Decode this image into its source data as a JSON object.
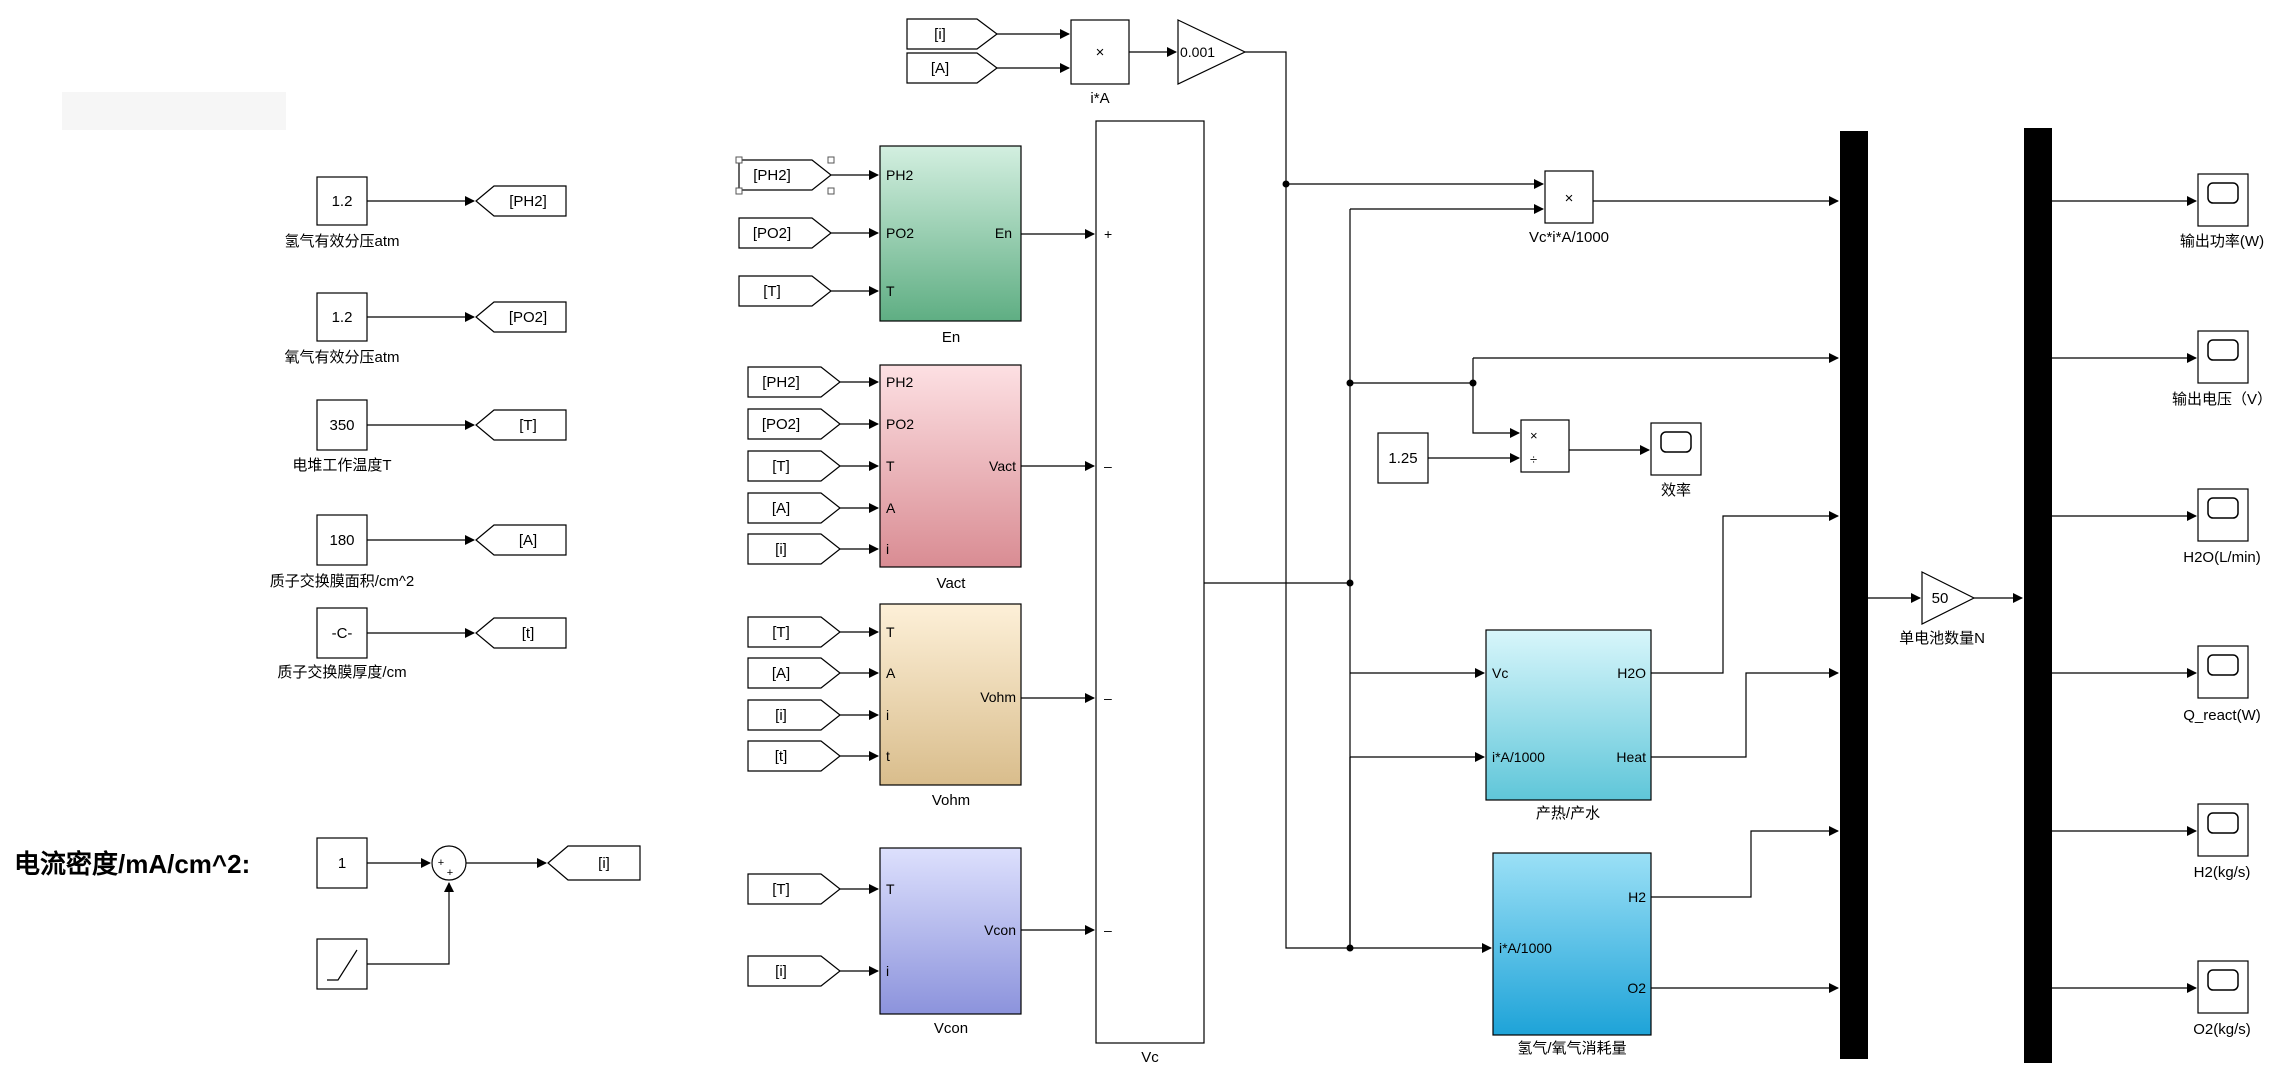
{
  "title": "电流密度/mA/cm^2:",
  "constants": [
    {
      "value": "1.2",
      "label": "氢气有效分压atm",
      "tag": "[PH2]"
    },
    {
      "value": "1.2",
      "label": "氧气有效分压atm",
      "tag": "[PO2]"
    },
    {
      "value": "350",
      "label": "电堆工作温度T",
      "tag": "[T]"
    },
    {
      "value": "180",
      "label": "质子交换膜面积/cm^2",
      "tag": "[A]"
    },
    {
      "value": "-C-",
      "label": "质子交换膜厚度/cm",
      "tag": "[t]"
    }
  ],
  "current_source": {
    "const_value": "1",
    "sum_signs": [
      "+",
      "+"
    ],
    "tag": "[i]"
  },
  "top": {
    "from_i": "[i]",
    "from_A": "[A]",
    "product_label": "i*A",
    "gain": "0.001",
    "product_symbol": "×"
  },
  "subsystems": {
    "en": {
      "name": "En",
      "inputs": [
        "[PH2]",
        "[PO2]",
        "[T]"
      ],
      "ports_in": [
        "PH2",
        "PO2",
        "T"
      ],
      "port_out": "En",
      "color_top": "#d3efe0",
      "color_bot": "#5fae83"
    },
    "vact": {
      "name": "Vact",
      "inputs": [
        "[PH2]",
        "[PO2]",
        "[T]",
        "[A]",
        "[i]"
      ],
      "ports_in": [
        "PH2",
        "PO2",
        "T",
        "A",
        "i"
      ],
      "port_out": "Vact",
      "color_top": "#fde0e3",
      "color_bot": "#d98c93"
    },
    "vohm": {
      "name": "Vohm",
      "inputs": [
        "[T]",
        "[A]",
        "[i]",
        "[t]"
      ],
      "ports_in": [
        "T",
        "A",
        "i",
        "t"
      ],
      "port_out": "Vohm",
      "color_top": "#fdf0d8",
      "color_bot": "#d9bd8c"
    },
    "vcon": {
      "name": "Vcon",
      "inputs": [
        "[T]",
        "[i]"
      ],
      "ports_in": [
        "T",
        "i"
      ],
      "port_out": "Vcon",
      "color_top": "#dde0fd",
      "color_bot": "#8c93dc"
    }
  },
  "vc_sum": {
    "name": "Vc",
    "signs": [
      "+",
      "–",
      "–",
      "–"
    ]
  },
  "power_product": {
    "label": "Vc*i*A/1000",
    "symbol": "×"
  },
  "efficiency": {
    "const": "1.25",
    "scope": "效率",
    "mul": "×",
    "div": "÷"
  },
  "heat_block": {
    "name": "产热/产水",
    "in1": "Vc",
    "in2": "i*A/1000",
    "out1": "H2O",
    "out2": "Heat",
    "color_top": "#d8f6fb",
    "color_bot": "#5fc6d9"
  },
  "gas_block": {
    "name": "氢气/氧气消耗量",
    "in1": "i*A/1000",
    "out1": "H2",
    "out2": "O2",
    "color_top": "#9be0f6",
    "color_bot": "#1ea3d8"
  },
  "gain_n": {
    "value": "50",
    "label": "单电池数量N"
  },
  "scopes": [
    "输出功率(W)",
    "输出电压（V）",
    "H2O(L/min)",
    "Q_react(W)",
    "H2(kg/s)",
    "O2(kg/s)"
  ]
}
